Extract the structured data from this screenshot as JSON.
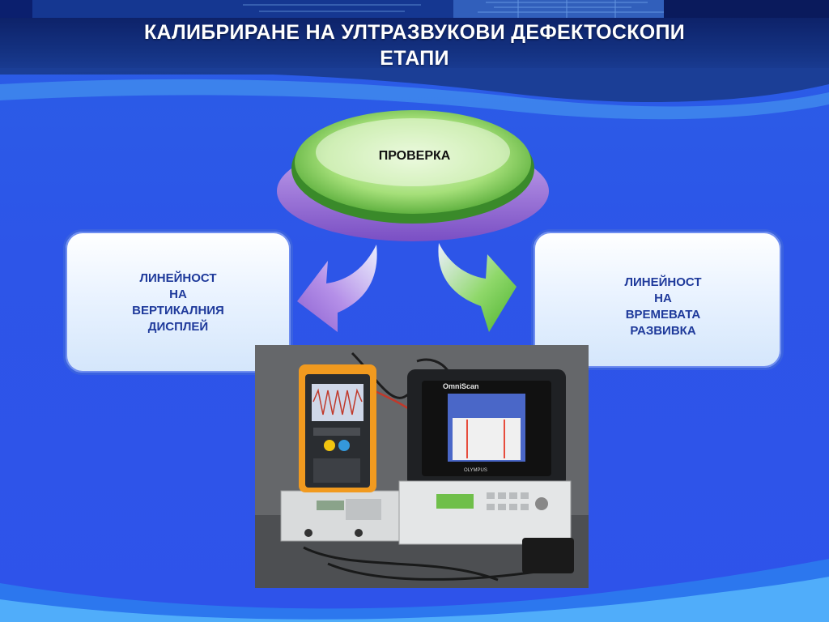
{
  "slide": {
    "title_line1": "КАЛИБРИРАНЕ НА УЛТРАЗВУКОВИ ДЕФЕКТОСКОПИ",
    "title_line2": "ЕТАПИ"
  },
  "diagram": {
    "center_label": "ПРОВЕРКА",
    "left_box_text": "ЛИНЕЙНОСТ\nНА\nВЕРТИКАЛНИЯ\nДИСПЛЕЙ",
    "right_box_text": "ЛИНЕЙНОСТ\nНА\nВРЕМЕВАТА\nРАЗВИВКА"
  },
  "photo": {
    "device_brand": "OmniScan",
    "device_maker": "OLYMPUS"
  },
  "colors": {
    "background": "#2f55e6",
    "header": "#0a1a5c",
    "center_green": "#7fcf5a",
    "center_purple": "#9b6fd6",
    "box_text": "#1f3a9b",
    "arrow_left": "#9b6fd6",
    "arrow_right": "#6cc64f"
  }
}
